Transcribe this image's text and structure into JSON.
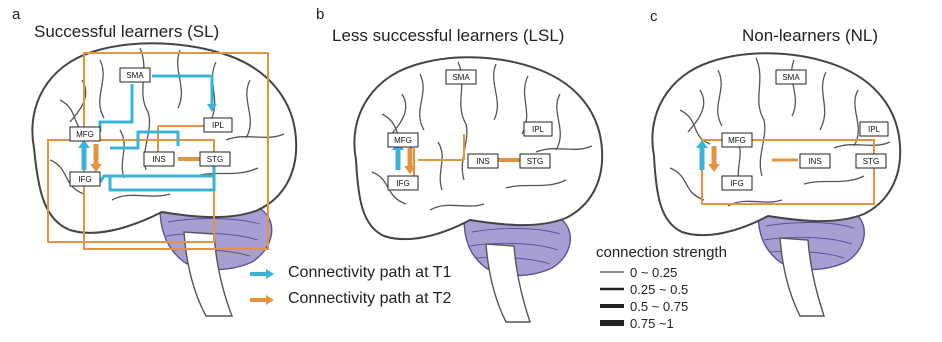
{
  "panels": [
    {
      "letter": "a",
      "title": "Successful learners (SL)"
    },
    {
      "letter": "b",
      "title": "Less successful learners (LSL)"
    },
    {
      "letter": "c",
      "title": "Non-learners (NL)"
    }
  ],
  "regions": {
    "sma": "SMA",
    "ipl": "IPL",
    "mfg": "MFG",
    "ifg": "IFG",
    "ins": "INS",
    "stg": "STG"
  },
  "legend": {
    "t1": "Connectivity path at T1",
    "t2": "Connectivity path at T2",
    "t1_color": "#3ab3d6",
    "t2_color": "#e3943f"
  },
  "strength": {
    "title": "connection strength",
    "levels": [
      "0 ~ 0.25",
      "0.25 ~ 0.5",
      "0.5 ~ 0.75",
      "0.75 ~1"
    ]
  }
}
